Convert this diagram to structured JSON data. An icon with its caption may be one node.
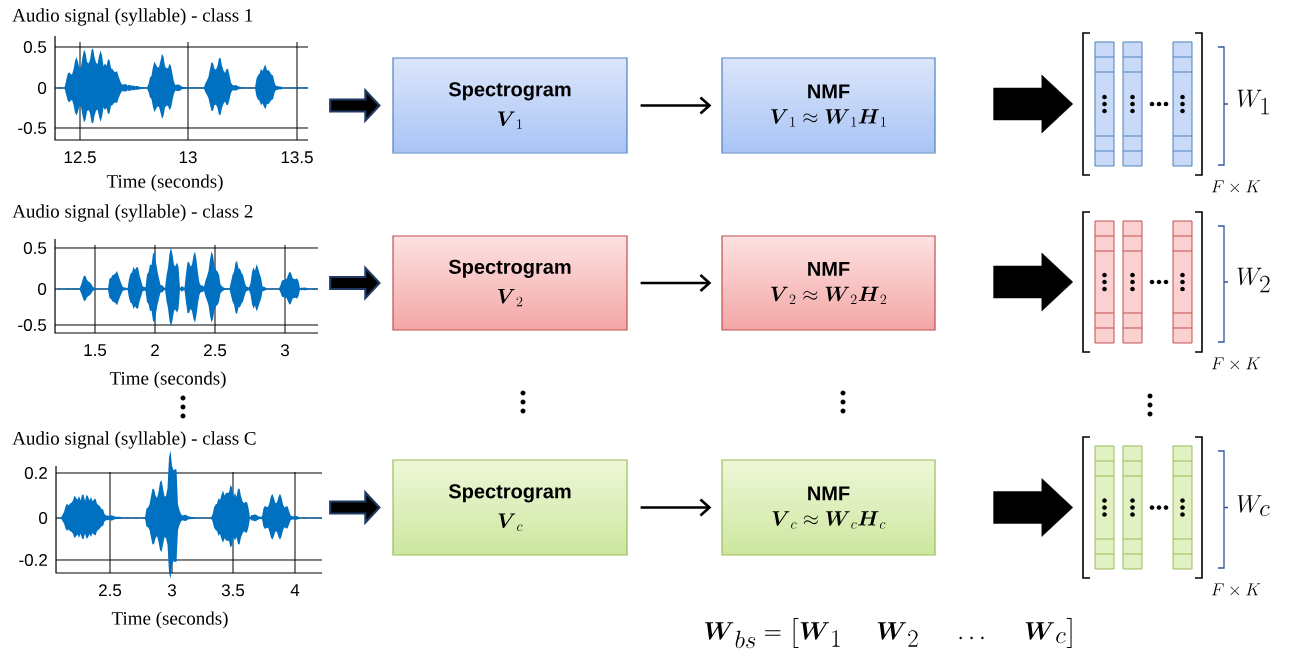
{
  "diagram": {
    "nodes": [
      {
        "text": [
          "Audio signal (syllable) - class 1"
        ],
        "beside": [
          "0.5",
          "0",
          "-0.5",
          "12.5",
          "13",
          "13.5",
          "Time (seconds)"
        ]
      },
      {
        "text": [
          "Spectrogram",
          "\\boldsymbol{V}_1"
        ]
      },
      {
        "text": [
          "NMF",
          "\\boldsymbol{V}_1 \\approx \\boldsymbol{W}_1 \\boldsymbol{H}_1"
        ]
      },
      {
        "text": [],
        "shape": "picture",
        "beside": [
          "W_1",
          "F \\times K"
        ]
      },
      {
        "text": [
          "Audio signal (syllable) - class 2"
        ],
        "beside": [
          "0.5",
          "0",
          "-0.5",
          "1.5",
          "2",
          "2.5",
          "3",
          "Time (seconds)"
        ]
      },
      {
        "text": [
          "Spectrogram",
          "\\boldsymbol{V}_2"
        ]
      },
      {
        "text": [
          "NMF",
          "\\boldsymbol{V}_2 \\approx \\boldsymbol{W}_2 \\boldsymbol{H}_2"
        ]
      },
      {
        "text": [],
        "shape": "picture",
        "beside": [
          "W_2",
          "F \\times K"
        ]
      },
      {
        "text": [
          "Audio signal (syllable) - class C"
        ],
        "beside": [
          "0.2",
          "0",
          "-0.2",
          "2.5",
          "3",
          "3.5",
          "4",
          "Time (seconds)"
        ]
      },
      {
        "text": [
          "Spectrogram",
          "\\boldsymbol{V}_c"
        ]
      },
      {
        "text": [
          "NMF",
          "\\boldsymbol{V}_c \\approx \\boldsymbol{W}_c \\boldsymbol{H}_c"
        ]
      },
      {
        "text": [],
        "shape": "picture",
        "beside": [
          "W_c",
          "F \\times K"
        ]
      }
    ],
    "edges": [
      {
        "from": 0,
        "to": 1,
        "arrow": "to",
        "style": "thick",
        "color": "#1f3864"
      },
      {
        "from": 1,
        "to": 2,
        "arrow": "to"
      },
      {
        "from": 2,
        "to": 3,
        "arrow": "to",
        "style": "thick"
      },
      {
        "from": 4,
        "to": 5,
        "arrow": "to",
        "style": "thick",
        "color": "#1f3864"
      },
      {
        "from": 5,
        "to": 6,
        "arrow": "to"
      },
      {
        "from": 6,
        "to": 7,
        "arrow": "to",
        "style": "thick"
      },
      {
        "from": 8,
        "to": 9,
        "arrow": "to",
        "style": "thick",
        "color": "#1f3864"
      },
      {
        "from": 9,
        "to": 10,
        "arrow": "to"
      },
      {
        "from": 10,
        "to": 11,
        "arrow": "to",
        "style": "thick"
      }
    ],
    "labels": [
      "\\boldsymbol{W}_{bs} = \\big[\\boldsymbol{W}_1 \\quad \\boldsymbol{W}_2 \\quad \\dots \\quad \\boldsymbol{W}_c\\big]"
    ]
  }
}
